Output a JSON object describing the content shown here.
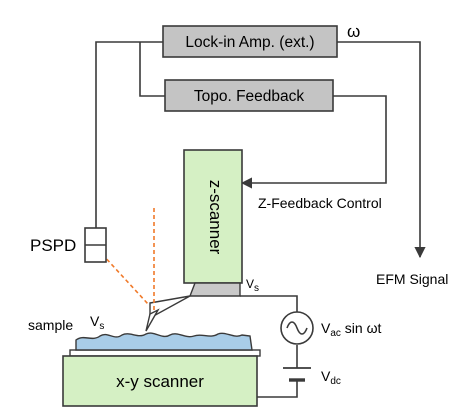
{
  "lockin_label": "Lock-in Amp. (ext.)",
  "omega_label": "ω",
  "topo_label": "Topo. Feedback",
  "zscanner_label": "z-scanner",
  "zfeedback_label": "Z-Feedback Control",
  "pspd_label": "PSPD",
  "efm_label": "EFM Signal",
  "vs_tip_label": "V",
  "vs_tip_sub": "s",
  "sample_label": "sample",
  "vs_sample_label": "V",
  "vs_sample_sub": "s",
  "vac_label": "V",
  "vac_sub": "ac",
  "vac_rest": " sin ωt",
  "vdc_label": "V",
  "vdc_sub": "dc",
  "xy_label": "x-y scanner",
  "colors": {
    "box_gray": "#c4c4c4",
    "scanner_green": "#d5f0c4",
    "laser_orange": "#f07a2a",
    "sample_blue": "#a9cde8",
    "line": "#3a3a3a"
  }
}
